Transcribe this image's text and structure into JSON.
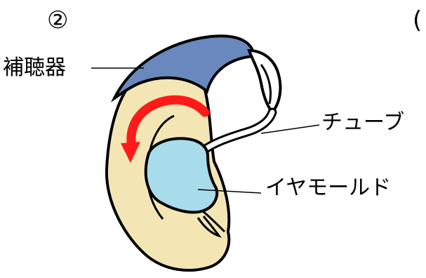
{
  "step": {
    "left_marker": "②",
    "right_marker": "("
  },
  "labels": {
    "hearing_aid": "補聴器",
    "tube": "チューブ",
    "earmold": "イヤモールド"
  },
  "colors": {
    "skin": "#F4E6B4",
    "hearing_aid_body": "#6888BE",
    "earmold": "#A8DCEA",
    "arrow": "#FF1A1A",
    "outline": "#000000",
    "background": "#FFFFFF"
  },
  "icons": {
    "rotation_arrow": "curved-arrow-icon"
  }
}
